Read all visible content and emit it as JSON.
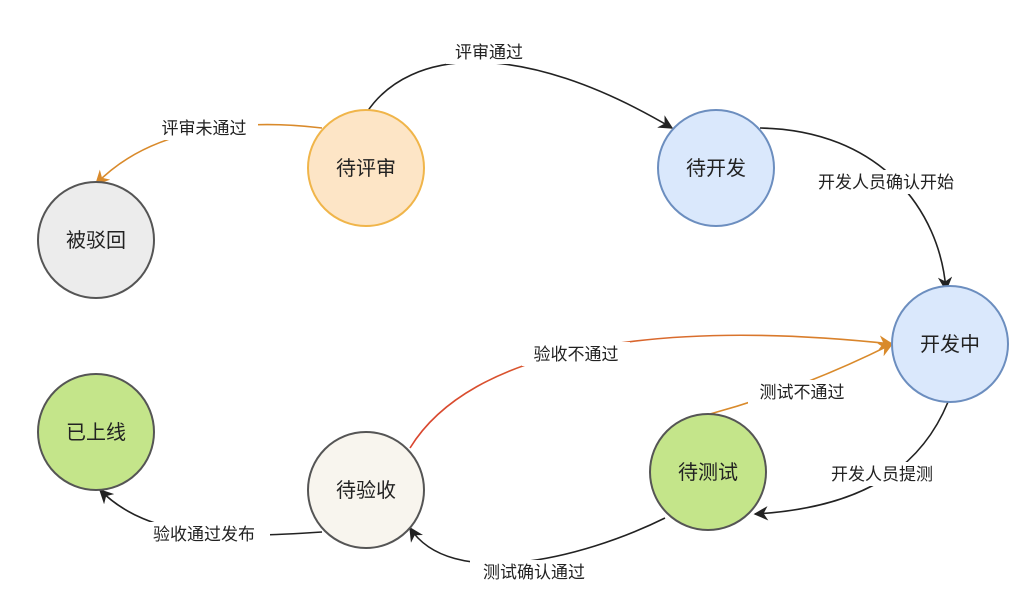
{
  "colors": {
    "review_fill": "#fde5c6",
    "review_stroke": "#f0b54a",
    "blue_fill": "#dae8fc",
    "blue_stroke": "#6c8ebf",
    "grey_fill": "#ececec",
    "grey_stroke": "#555555",
    "green_fill": "#c4e58a",
    "green_stroke": "#555555",
    "cream_fill": "#f8f5ee",
    "cream_stroke": "#555555",
    "edge_black": "#222222",
    "edge_orange": "#d98a2b",
    "edge_red": "#d9452f"
  },
  "nodes": {
    "pending_review": "待评审",
    "pending_dev": "待开发",
    "rejected": "被驳回",
    "in_dev": "开发中",
    "online": "已上线",
    "pending_test": "待测试",
    "pending_accept": "待验收"
  },
  "edges": {
    "review_pass": "评审通过",
    "review_fail": "评审未通过",
    "dev_confirm_start": "开发人员确认开始",
    "accept_fail": "验收不通过",
    "test_fail": "测试不通过",
    "dev_submit_test": "开发人员提测",
    "test_confirm_pass": "测试确认通过",
    "accept_pass_release": "验收通过发布"
  }
}
